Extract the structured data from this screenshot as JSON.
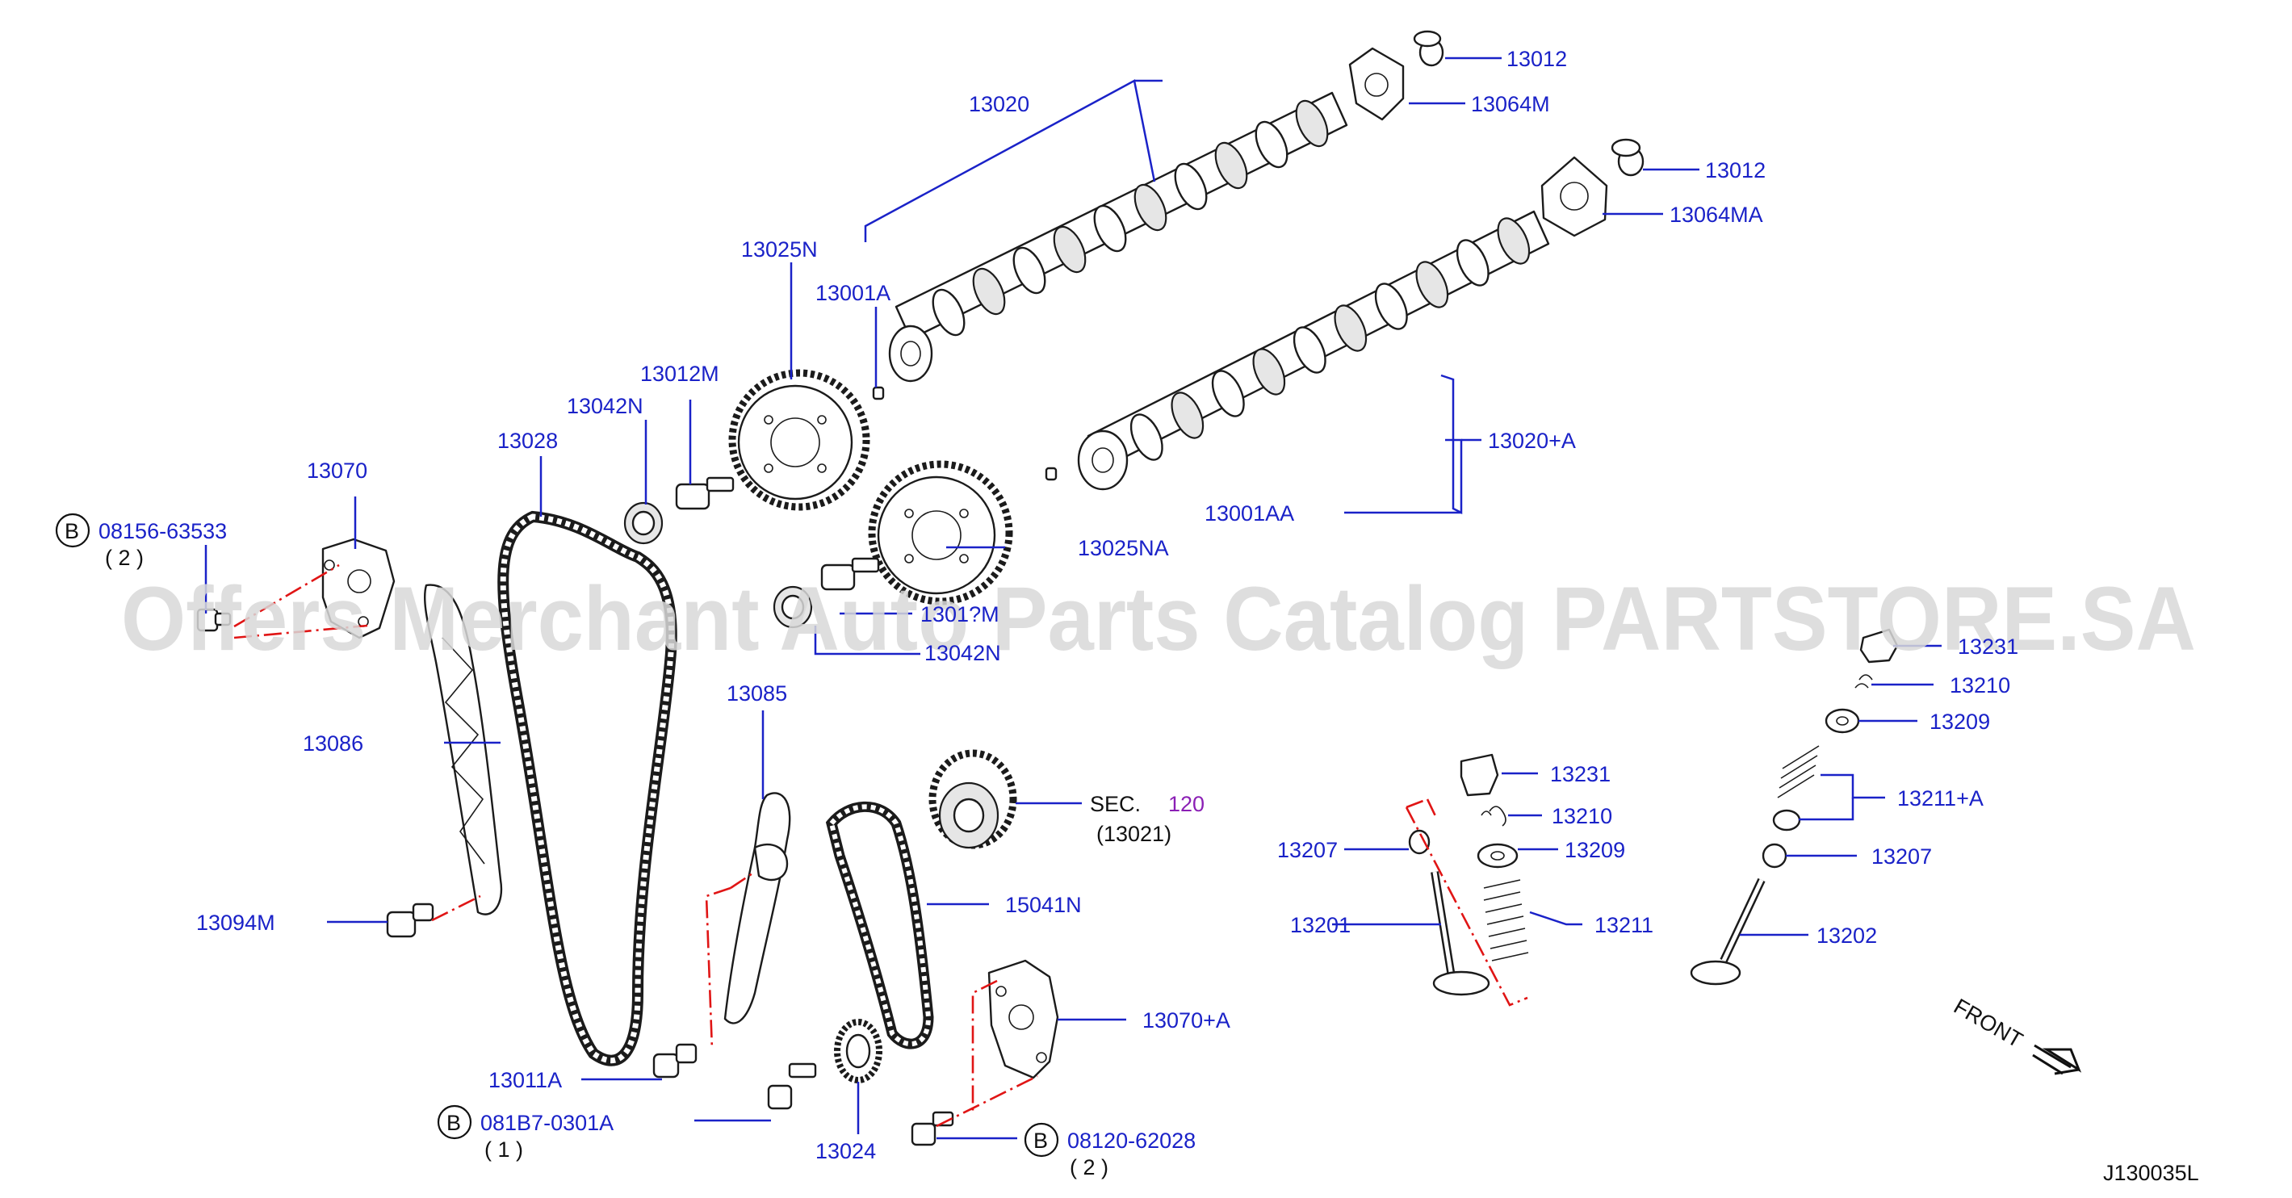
{
  "watermark": "Offers Merchant Auto Parts Catalog PARTSTORE.SA",
  "diagram_id": "J130035L",
  "front_label": "FRONT",
  "circle_letter": "B",
  "labels": {
    "p13012_a": "13012",
    "p13064M": "13064M",
    "p13012_b": "13012",
    "p13064MA": "13064MA",
    "p13020": "13020",
    "p13025N": "13025N",
    "p13001A": "13001A",
    "p13012M": "13012M",
    "p13042N_a": "13042N",
    "p13028": "13028",
    "p13070": "13070",
    "p08156": "08156-63533",
    "p08156_qty": "( 2 )",
    "p13020A": "13020+A",
    "p13001AA": "13001AA",
    "p13025NA": "13025NA",
    "p1301xM": "1301?M",
    "p13042N_b": "13042N",
    "p13086": "13086",
    "p13085": "13085",
    "sec_prefix": "SEC.",
    "sec_num": "120",
    "sec_sub": "(13021)",
    "p15041N": "15041N",
    "p13094M": "13094M",
    "p13070A": "13070+A",
    "p13011A": "13011A",
    "p081B7": "081B7-0301A",
    "p081B7_qty": "( 1 )",
    "p13024": "13024",
    "p08120": "08120-62028",
    "p08120_qty": "( 2 )",
    "p13231_r": "13231",
    "p13210_r": "13210",
    "p13209_r": "13209",
    "p13211A": "13211+A",
    "p13207_r": "13207",
    "p13202": "13202",
    "p13231_l": "13231",
    "p13210_l": "13210",
    "p13207_l": "13207",
    "p13209_l": "13209",
    "p13201": "13201",
    "p13211": "13211"
  },
  "colors": {
    "label": "#1a22c8",
    "leader": "#1a22c8",
    "phantom": "#e01515",
    "watermark": "#d8d8d8",
    "section_number": "#8b1fb5"
  }
}
